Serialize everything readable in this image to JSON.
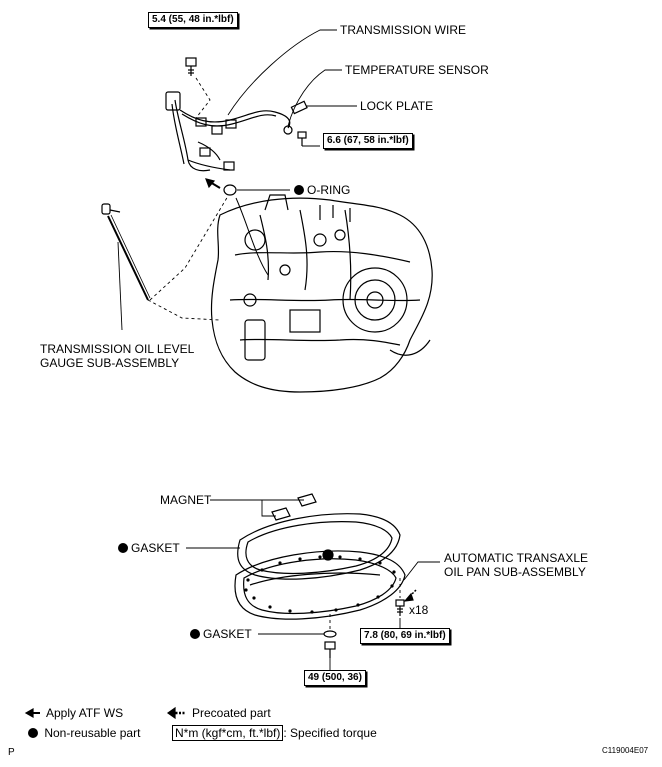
{
  "labels": {
    "transmission_wire": "TRANSMISSION WIRE",
    "temperature_sensor": "TEMPERATURE SENSOR",
    "lock_plate": "LOCK PLATE",
    "o_ring": "O-RING",
    "oil_level_gauge_line1": "TRANSMISSION OIL LEVEL",
    "oil_level_gauge_line2": "GAUGE SUB-ASSEMBLY",
    "magnet": "MAGNET",
    "gasket_upper": "GASKET",
    "oil_pan_line1": "AUTOMATIC TRANSAXLE",
    "oil_pan_line2": "OIL PAN SUB-ASSEMBLY",
    "bolt_count": "x18",
    "gasket_lower": "GASKET"
  },
  "torques": {
    "wire_bolt": "5.4 (55, 48 in.*lbf)",
    "lock_plate_bolt": "6.6 (67, 58 in.*lbf)",
    "pan_bolts": "7.8 (80, 69 in.*lbf)",
    "drain_plug": "49 (500, 36)"
  },
  "legend": {
    "apply_atf": "Apply ATF WS",
    "precoated": "Precoated part",
    "non_reusable": "Non-reusable part",
    "torque_unit": "N*m (kgf*cm, ft.*lbf)",
    "torque_desc": ": Specified torque"
  },
  "footer": {
    "page_mark": "P",
    "figure_code": "C119004E07"
  }
}
